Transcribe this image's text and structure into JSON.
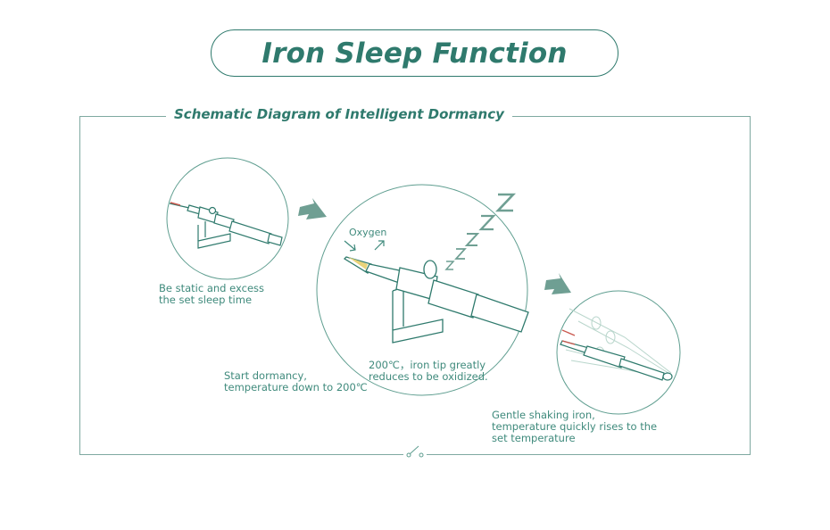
{
  "title": "Iron Sleep Function",
  "subtitle": "Schematic Diagram of Intelligent Dormancy",
  "steps": [
    {
      "line1": "Be static and excess",
      "line2": "the set sleep time"
    },
    {
      "line1": "Start dormancy,",
      "line2": "temperature down to 200℃"
    },
    {
      "line1": "200℃，iron tip greatly",
      "line2": "reduces to be oxidized."
    },
    {
      "line1": "Gentle shaking iron,",
      "line2": "temperature quickly rises to the",
      "line3": "set temperature"
    }
  ],
  "labels": {
    "oxygen": "Oxygen"
  },
  "colors": {
    "accent": "#2f7a6d",
    "line": "#5f9e90",
    "arrow": "#6f9f93",
    "tip": "#e8d37a"
  }
}
